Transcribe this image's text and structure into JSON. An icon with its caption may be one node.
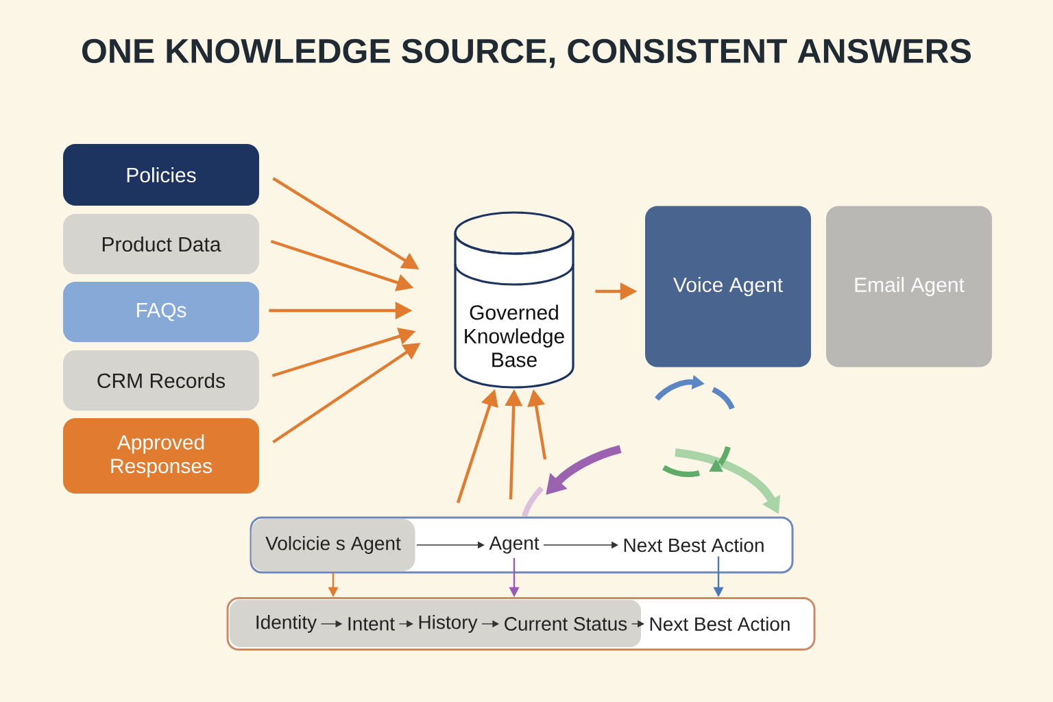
{
  "diagram": {
    "title": "ONE KNOWLEDGE SOURCE, CONSISTENT ANSWERS",
    "nodes": [
      {
        "text": [
          "Policies"
        ]
      },
      {
        "text": [
          "Product Data"
        ]
      },
      {
        "text": [
          "FAQs"
        ]
      },
      {
        "text": [
          "CRM Records"
        ]
      },
      {
        "text": [
          "Approved Responses"
        ]
      },
      {
        "text": [
          "Governed Knowledge Base"
        ]
      },
      {
        "text": [
          "Voice Agent"
        ]
      },
      {
        "text": [
          "Email Agent"
        ]
      },
      {
        "text": [],
        "shape": "box"
      },
      {
        "text": [
          "Volcicie s Agent"
        ],
        "in": 8
      },
      {
        "text": [
          "Agent"
        ],
        "in": 8
      },
      {
        "text": [
          "Next Best Action"
        ],
        "in": 8
      },
      {
        "text": [],
        "shape": "box"
      },
      {
        "text": [
          "Identity"
        ],
        "in": 12
      },
      {
        "text": [
          "Intent"
        ],
        "in": 12
      },
      {
        "text": [
          "History"
        ],
        "in": 12
      },
      {
        "text": [
          "Current Status"
        ],
        "in": 12
      },
      {
        "text": [
          "Next Best Action"
        ],
        "in": 12
      }
    ],
    "edges": [
      {
        "from": 0,
        "to": 5,
        "arrow": "to"
      },
      {
        "from": 1,
        "to": 5,
        "arrow": "to"
      },
      {
        "from": 2,
        "to": 5,
        "arrow": "to"
      },
      {
        "from": 3,
        "to": 5,
        "arrow": "to"
      },
      {
        "from": 4,
        "to": 5,
        "arrow": "to"
      },
      {
        "from": 5,
        "to": 6,
        "arrow": "to"
      },
      {
        "from": 8,
        "to": 5,
        "arrow": "to"
      },
      {
        "from": 8,
        "to": 5,
        "arrow": "to"
      },
      {
        "from": null,
        "to": 5,
        "arrow": "to"
      },
      {
        "from": 9,
        "to": 10,
        "arrow": "to",
        "color": "#333333"
      },
      {
        "from": 10,
        "to": 11,
        "arrow": "to",
        "color": "#333333"
      },
      {
        "from": 13,
        "to": 14,
        "arrow": "to",
        "color": "#333333"
      },
      {
        "from": 14,
        "to": 15,
        "arrow": "to",
        "color": "#333333"
      },
      {
        "from": 15,
        "to": 16,
        "arrow": "to",
        "color": "#333333"
      },
      {
        "from": 16,
        "to": 17,
        "arrow": "to",
        "color": "#333333"
      },
      {
        "from": 9,
        "to": 12,
        "arrow": "to"
      },
      {
        "from": 10,
        "to": 12,
        "arrow": "to",
        "color": "#9b59b6"
      },
      {
        "from": 11,
        "to": 12,
        "arrow": "to",
        "color": "#4a78b8"
      }
    ]
  }
}
